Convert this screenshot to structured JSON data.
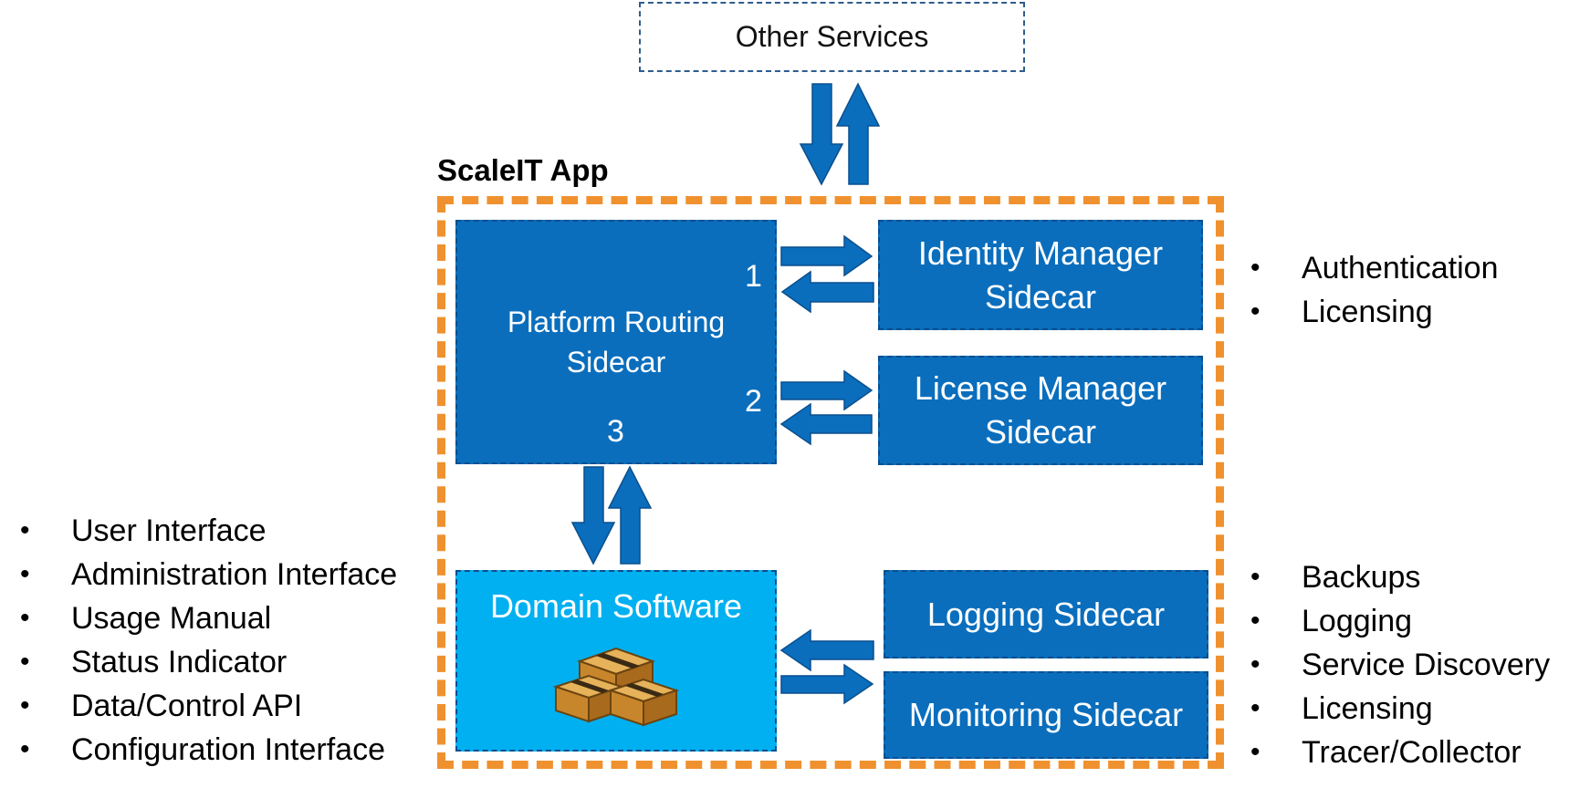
{
  "external": {
    "other_services": "Other Services"
  },
  "app": {
    "title": "ScaleIT App",
    "platform_routing": {
      "line1": "Platform Routing",
      "line2": "Sidecar"
    },
    "markers": {
      "one": "1",
      "two": "2",
      "three": "3"
    },
    "identity_manager": {
      "line1": "Identity Manager",
      "line2": "Sidecar"
    },
    "license_manager": {
      "line1": "License Manager",
      "line2": "Sidecar"
    },
    "domain_software": {
      "label": "Domain Software",
      "icon": "boxes-icon"
    },
    "logging": "Logging Sidecar",
    "monitoring": "Monitoring Sidecar"
  },
  "left_list": [
    "User Interface",
    "Administration Interface",
    "Usage Manual",
    "Status Indicator",
    "Data/Control API",
    "Configuration Interface"
  ],
  "right_top_list": [
    "Authentication",
    "Licensing"
  ],
  "right_bottom_list": [
    "Backups",
    "Logging",
    "Service Discovery",
    "Licensing",
    "Tracer/Collector"
  ],
  "colors": {
    "accent_orange": "#f0912f",
    "sidecar_blue": "#0a6ebd",
    "domain_cyan": "#00b0f0",
    "arrow_blue": "#0a6ebd"
  }
}
